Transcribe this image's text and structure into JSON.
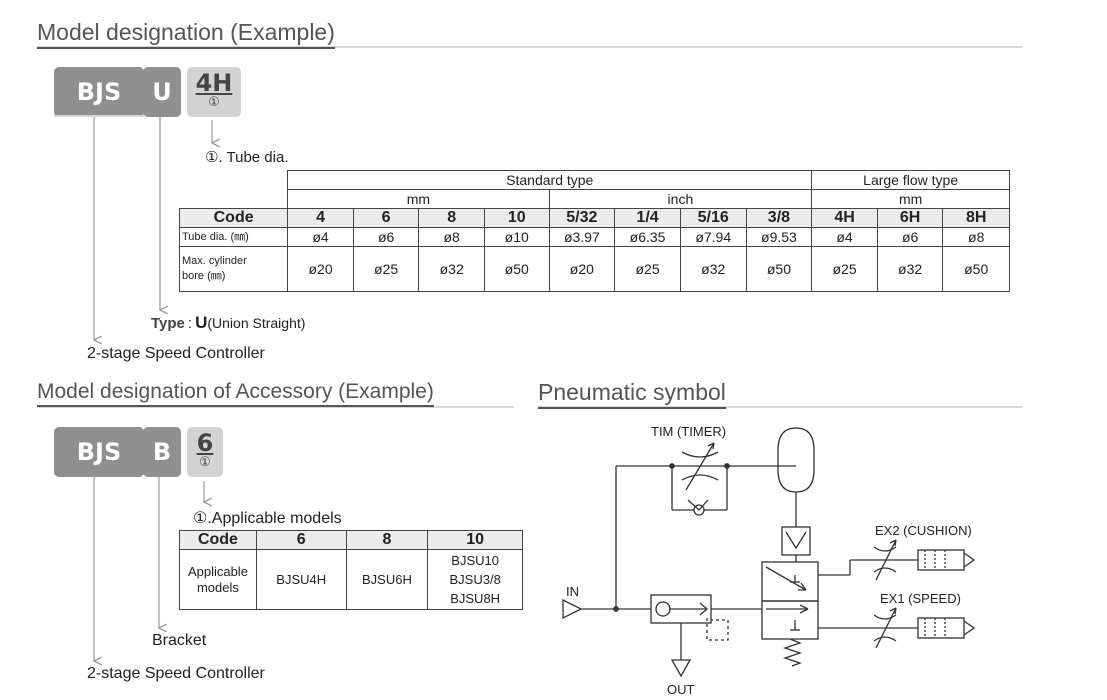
{
  "section1": {
    "title": "Model designation (Example)",
    "codes": [
      "BJS",
      "U"
    ],
    "highlight": {
      "code": "4H",
      "num": "①"
    },
    "tube_heading": "①. Tube dia.",
    "table": {
      "standard_type": "Standard type",
      "large_flow_type": "Large flow type",
      "mm": "mm",
      "inch": "inch",
      "mm2": "mm",
      "code_label": "Code",
      "codes": [
        "4",
        "6",
        "8",
        "10",
        "5/32",
        "1/4",
        "5/16",
        "3/8",
        "4H",
        "6H",
        "8H"
      ],
      "tube_label": "Tube dia. (㎜)",
      "tube_values": [
        "ø4",
        "ø6",
        "ø8",
        "ø10",
        "ø3.97",
        "ø6.35",
        "ø7.94",
        "ø9.53",
        "ø4",
        "ø6",
        "ø8"
      ],
      "bore_label_1": "Max. cylinder",
      "bore_label_2": "bore (㎜)",
      "bore_values": [
        "ø20",
        "ø25",
        "ø32",
        "ø50",
        "ø20",
        "ø25",
        "ø32",
        "ø50",
        "ø25",
        "ø32",
        "ø50"
      ]
    },
    "type_label": "Type",
    "type_sep": ":",
    "type_code": "U",
    "type_desc": "(Union Straight)",
    "product_label": "2-stage Speed Controller"
  },
  "section2": {
    "title": "Model designation of Accessory (Example)",
    "codes": [
      "BJS",
      "B"
    ],
    "highlight": {
      "code": "6",
      "num": "①"
    },
    "heading": "①.Applicable models",
    "table": {
      "code_label": "Code",
      "codes": [
        "6",
        "8",
        "10"
      ],
      "row_label_1": "Applicable",
      "row_label_2": "models",
      "values": [
        "BJSU4H",
        "BJSU6H"
      ],
      "multi": [
        "BJSU10",
        "BJSU3/8",
        "BJSU8H"
      ]
    },
    "bracket_label": "Bracket",
    "product_label": "2-stage Speed Controller"
  },
  "section3": {
    "title": "Pneumatic symbol",
    "tim": "TIM (TIMER)",
    "ex2": "EX2 (CUSHION)",
    "ex1": "EX1 (SPEED)",
    "in": "IN",
    "out": "OUT"
  }
}
